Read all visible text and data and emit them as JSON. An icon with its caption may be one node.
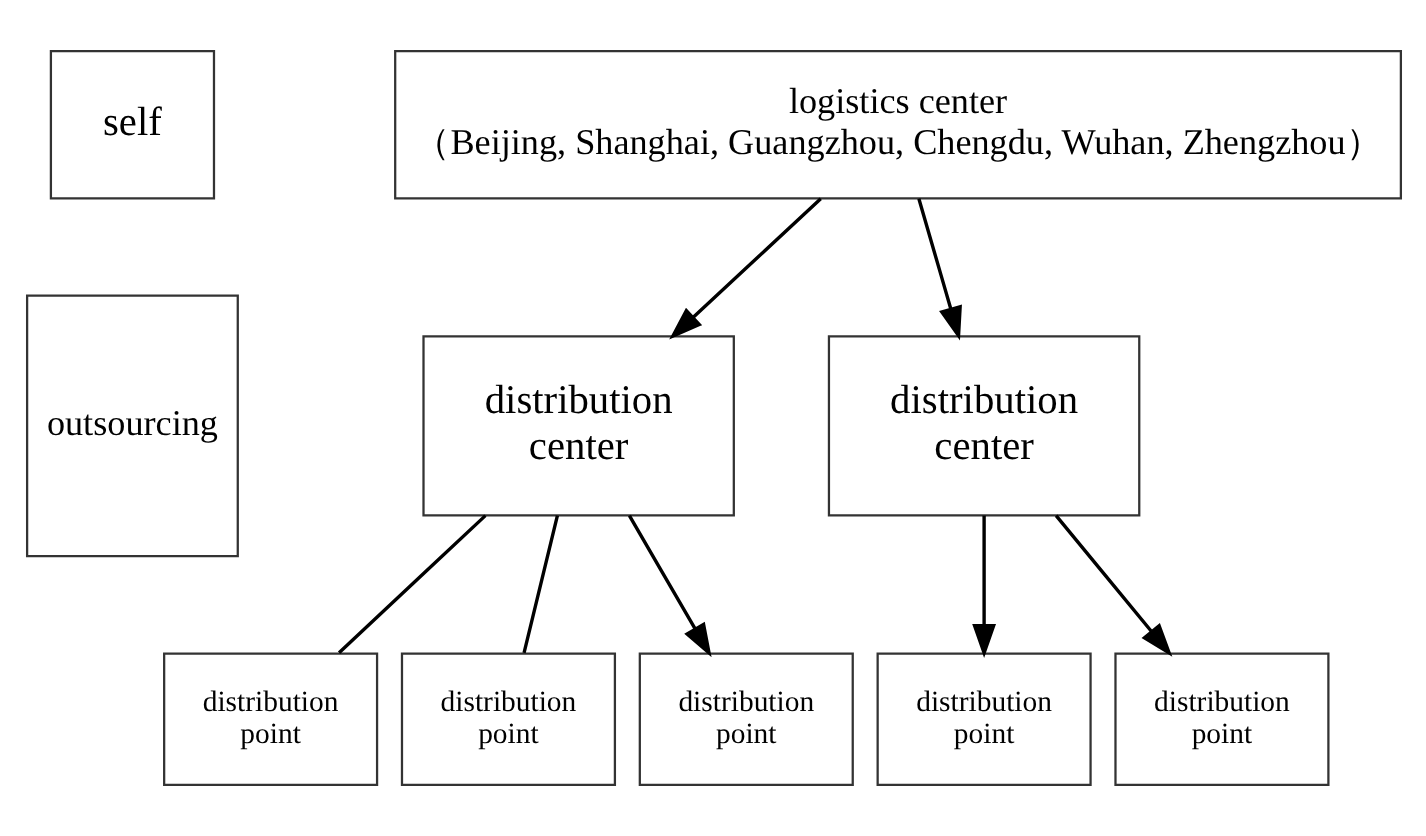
{
  "diagram": {
    "nodes": [
      {
        "text": [
          "self"
        ]
      },
      {
        "text": [
          "logistics center",
          "（Beijing, Shanghai, Guangzhou, Chengdu, Wuhan, Zhengzhou）"
        ]
      },
      {
        "text": [
          "outsourcing"
        ]
      },
      {
        "text": [
          "distribution center"
        ]
      },
      {
        "text": [
          "distribution center"
        ]
      },
      {
        "text": [
          "distribution point"
        ]
      },
      {
        "text": [
          "distribution point"
        ]
      },
      {
        "text": [
          "distribution point"
        ]
      },
      {
        "text": [
          "distribution point"
        ]
      },
      {
        "text": [
          "distribution point"
        ]
      }
    ],
    "edges": [
      {
        "from": 1,
        "to": 3,
        "arrow": "to"
      },
      {
        "from": 1,
        "to": 4,
        "arrow": "to"
      },
      {
        "from": 3,
        "to": 5,
        "arrow": "none"
      },
      {
        "from": 3,
        "to": 6,
        "arrow": "none"
      },
      {
        "from": 3,
        "to": 7,
        "arrow": "to"
      },
      {
        "from": 4,
        "to": 8,
        "arrow": "to"
      },
      {
        "from": 4,
        "to": 9,
        "arrow": "to"
      }
    ]
  }
}
